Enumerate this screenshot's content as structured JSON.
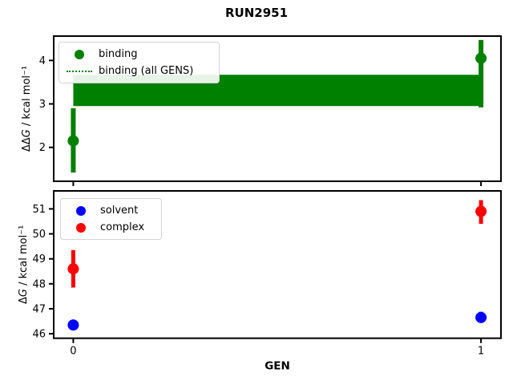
{
  "title": "RUN2951",
  "colors": {
    "binding": "#008000",
    "solvent": "#0000ff",
    "complex": "#ff0000",
    "spine": "#000000",
    "legend_border": "#d4d4d4"
  },
  "chart_data": [
    {
      "type": "scatter",
      "title": "",
      "ylabel_upright": "ΔΔ",
      "ylabel_italic": "G",
      "ylabel_units": " / kcal mol⁻¹",
      "xlabel": "",
      "ylim": [
        1.22,
        4.56
      ],
      "yticks": [
        2,
        3,
        4
      ],
      "xlim": [
        -0.048,
        1.049
      ],
      "xticks": [
        0,
        1
      ],
      "xtick_labels": [
        "0",
        "1"
      ],
      "show_xtick_labels": false,
      "grid": false,
      "series": [
        {
          "name": "binding",
          "color": "#008000",
          "marker": "circle",
          "points": [
            {
              "x": 0,
              "y": 2.15,
              "ylo": 1.42,
              "yhi": 2.9
            },
            {
              "x": 1,
              "y": 4.05,
              "ylo": 2.92,
              "yhi": 4.47
            }
          ]
        }
      ],
      "band": {
        "label": "binding (all GENS)",
        "color": "#008000",
        "x0": 0,
        "x1": 1,
        "ylo": 2.95,
        "yhi": 3.67
      },
      "legend": {
        "position": "upper left",
        "items": [
          {
            "marker": "dot",
            "color": "#008000",
            "label": "binding"
          },
          {
            "marker": "dotted-line",
            "color": "#008000",
            "label": "binding (all GENS)"
          }
        ]
      }
    },
    {
      "type": "scatter",
      "title": "",
      "ylabel_upright": "Δ",
      "ylabel_italic": "G",
      "ylabel_units": " / kcal mol⁻¹",
      "xlabel": "GEN",
      "ylim": [
        45.82,
        51.72
      ],
      "yticks": [
        46,
        47,
        48,
        49,
        50,
        51
      ],
      "xlim": [
        -0.048,
        1.049
      ],
      "xticks": [
        0,
        1
      ],
      "xtick_labels": [
        "0",
        "1"
      ],
      "show_xtick_labels": true,
      "grid": false,
      "series": [
        {
          "name": "solvent",
          "color": "#0000ff",
          "marker": "circle",
          "points": [
            {
              "x": 0,
              "y": 46.35,
              "ylo": 46.16,
              "yhi": 46.55
            },
            {
              "x": 1,
              "y": 46.65,
              "ylo": 46.45,
              "yhi": 46.88
            }
          ]
        },
        {
          "name": "complex",
          "color": "#ff0000",
          "marker": "circle",
          "points": [
            {
              "x": 0,
              "y": 48.6,
              "ylo": 47.85,
              "yhi": 49.35
            },
            {
              "x": 1,
              "y": 50.9,
              "ylo": 50.4,
              "yhi": 51.35
            }
          ]
        }
      ],
      "legend": {
        "position": "upper left",
        "items": [
          {
            "marker": "dot",
            "color": "#0000ff",
            "label": "solvent"
          },
          {
            "marker": "dot",
            "color": "#ff0000",
            "label": "complex"
          }
        ]
      }
    }
  ]
}
